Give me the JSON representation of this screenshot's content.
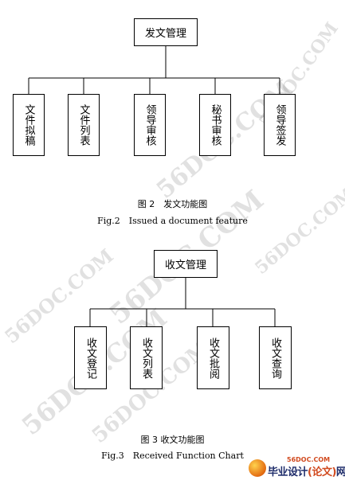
{
  "fig2": {
    "root": "发文管理",
    "children": [
      "文件拟稿",
      "文件列表",
      "领导审核",
      "秘书审核",
      "领导签发"
    ],
    "caption_cn": "图 2　发文功能图",
    "caption_en": "Fig.2　Issued a document feature"
  },
  "fig3": {
    "root": "收文管理",
    "children": [
      "收文登记",
      "收文列表",
      "收文批阅",
      "收文查询"
    ],
    "caption_cn": "图 3  收文功能图",
    "caption_en": "Fig.3　Received Function Chart"
  },
  "watermark": "56DOC.COM",
  "brand": {
    "site": "56DOC.COM",
    "name_a": "毕业设计",
    "name_b": "(论文)",
    "name_c": "网"
  }
}
